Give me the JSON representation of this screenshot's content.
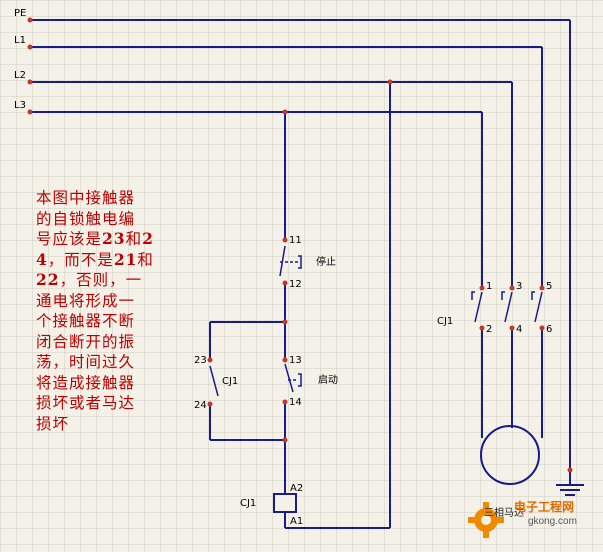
{
  "rails": {
    "pe": "PE",
    "l1": "L1",
    "l2": "L2",
    "l3": "L3"
  },
  "stop_switch": {
    "top": "11",
    "bottom": "12",
    "label": "停止"
  },
  "start_switch": {
    "top": "13",
    "bottom": "14",
    "label": "启动"
  },
  "aux_contact": {
    "top": "23",
    "bottom": "24",
    "label": "CJ1"
  },
  "coil": {
    "label": "CJ1",
    "a2": "A2",
    "a1": "A1"
  },
  "main_contacts": {
    "label": "CJ1",
    "top": [
      "1",
      "3",
      "5"
    ],
    "bottom": [
      "2",
      "4",
      "6"
    ]
  },
  "motor_label": "三相马达",
  "note_lines": [
    [
      {
        "t": "本图中接触器",
        "b": false
      }
    ],
    [
      {
        "t": "的自锁触电编",
        "b": false
      }
    ],
    [
      {
        "t": "号应该是",
        "b": false
      },
      {
        "t": "23",
        "b": true
      },
      {
        "t": "和",
        "b": false
      },
      {
        "t": "2",
        "b": true
      }
    ],
    [
      {
        "t": "4",
        "b": true
      },
      {
        "t": "，而不是",
        "b": false
      },
      {
        "t": "21",
        "b": true
      },
      {
        "t": "和",
        "b": false
      }
    ],
    [
      {
        "t": "22",
        "b": true
      },
      {
        "t": "，否则，一",
        "b": false
      }
    ],
    [
      {
        "t": "通电将形成一",
        "b": false
      }
    ],
    [
      {
        "t": "个接触器不断",
        "b": false
      }
    ],
    [
      {
        "t": "闭合断开的振",
        "b": false
      }
    ],
    [
      {
        "t": "荡，时间过久",
        "b": false
      }
    ],
    [
      {
        "t": "将造成接触器",
        "b": false
      }
    ],
    [
      {
        "t": "损坏或者马达",
        "b": false
      }
    ],
    [
      {
        "t": "损坏",
        "b": false
      }
    ]
  ],
  "watermark": {
    "brand": "电子工程网",
    "url": "gkong.com"
  },
  "colors": {
    "wire": "#1a1a8c",
    "node": "#c0392b",
    "note": "#c00000",
    "grid": "#cfcdc0",
    "background": "#f4f2e8"
  }
}
